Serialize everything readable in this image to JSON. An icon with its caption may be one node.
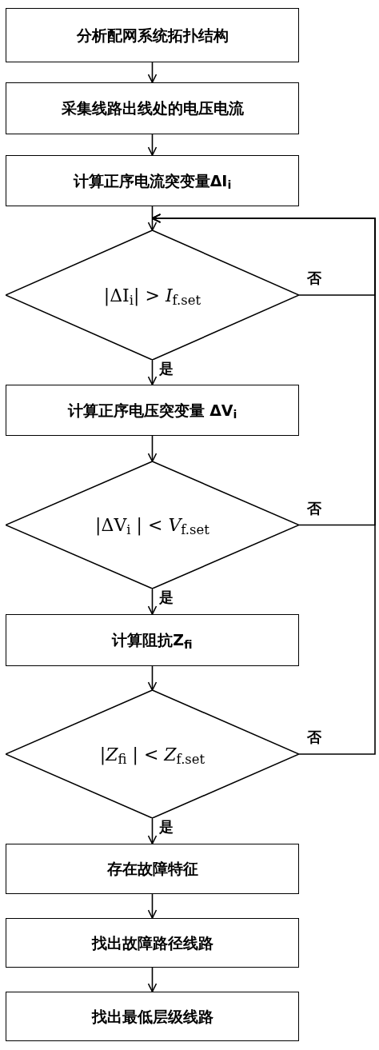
{
  "diagram": {
    "nodes": [
      {
        "text": [
          "分析配网系统拓扑结构"
        ]
      },
      {
        "text": [
          "采集线路出线处的电压电流"
        ]
      },
      {
        "text": [
          "计算正序电流突变量ΔI$_{i}$"
        ]
      },
      {
        "text": [
          "|ΔI$_{i}$| > *I*$_{f.set}$"
        ]
      },
      {
        "text": [
          "计算正序电压突变量 ΔV$_{i}$"
        ]
      },
      {
        "text": [
          "|ΔV$_{i}$ | < *V*$_{f.set}$"
        ]
      },
      {
        "text": [
          "计算阻抗Z$_{fi}$"
        ]
      },
      {
        "text": [
          "|*Z*$_{fi}$ | < *Z*$_{f.set}$"
        ]
      },
      {
        "text": [
          "存在故障特征"
        ]
      },
      {
        "text": [
          "找出故障路径线路"
        ]
      },
      {
        "text": [
          "找出最低层级线路"
        ]
      }
    ],
    "edges": [
      {
        "from": 0,
        "to": 1,
        "arrow": "to"
      },
      {
        "from": 1,
        "to": 2,
        "arrow": "to"
      },
      {
        "from": 2,
        "to": 3,
        "arrow": "to"
      },
      {
        "from": 3,
        "to": 4,
        "arrow": "to",
        "label": "是"
      },
      {
        "from": 3,
        "to": 3,
        "arrow": "to",
        "label": "否"
      },
      {
        "from": 4,
        "to": 5,
        "arrow": "to"
      },
      {
        "from": 5,
        "to": 6,
        "arrow": "to",
        "label": "是"
      },
      {
        "from": 5,
        "to": 3,
        "arrow": "to",
        "label": "否"
      },
      {
        "from": 6,
        "to": 7,
        "arrow": "to"
      },
      {
        "from": 7,
        "to": 8,
        "arrow": "to",
        "label": "是"
      },
      {
        "from": 7,
        "to": 3,
        "arrow": "to",
        "label": "否"
      },
      {
        "from": 8,
        "to": 9,
        "arrow": "to"
      },
      {
        "from": 9,
        "to": 10,
        "arrow": "to"
      }
    ]
  }
}
